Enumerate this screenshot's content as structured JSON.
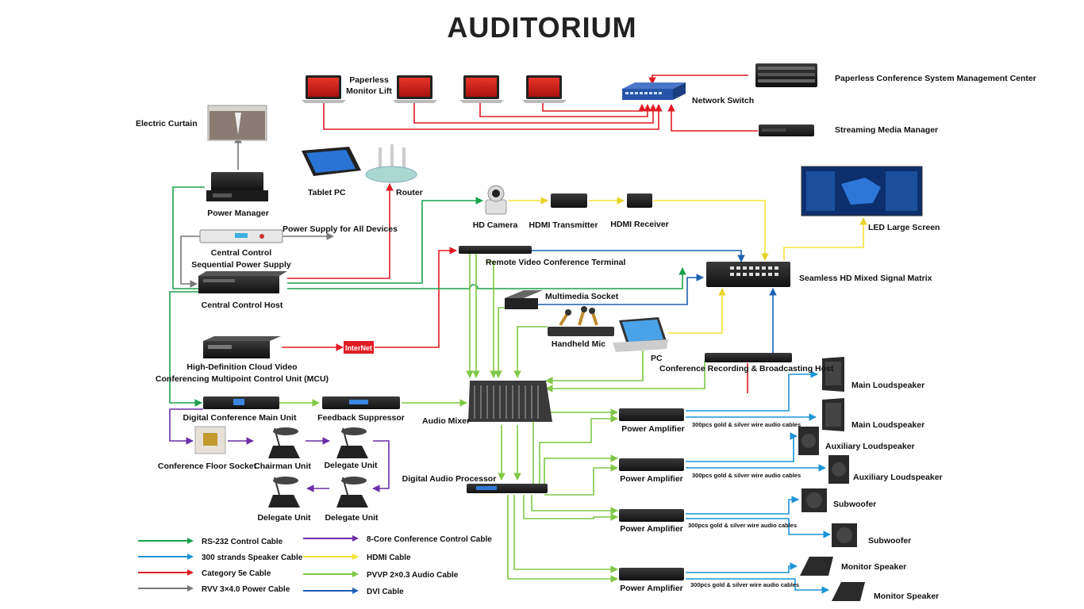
{
  "title": "AUDITORIUM",
  "devices": {
    "paperless_monitor_lift": "Paperless\nMonitor Lift",
    "network_switch": "Network Switch",
    "mgmt_center": "Paperless Conference System Management Center",
    "streaming_manager": "Streaming Media Manager",
    "electric_curtain": "Electric Curtain",
    "tablet_pc": "Tablet PC",
    "router": "Router",
    "power_manager": "Power Manager",
    "power_supply_all": "Power Supply for All Devices",
    "central_control_seq": "Central Control\nSequential Power Supply",
    "central_control_host": "Central Control Host",
    "hd_camera": "HD Camera",
    "hdmi_transmitter": "HDMI Transmitter",
    "hdmi_receiver": "HDMI Receiver",
    "led_screen": "LED Large Screen",
    "remote_video_terminal": "Remote Video Conference Terminal",
    "matrix": "Seamless HD Mixed Signal Matrix",
    "multimedia_socket": "Multimedia Socket",
    "handheld_mic": "Handheld Mic",
    "pc": "PC",
    "recording_host": "Conference Recording & Broadcasting Host",
    "internet": "InterNet",
    "mcu": "High-Definition Cloud Video\nConferencing Multipoint Control Unit (MCU)",
    "digital_main_unit": "Digital Conference Main Unit",
    "feedback_suppressor": "Feedback Suppressor",
    "audio_mixer": "Audio Mixer",
    "floor_socket": "Conference Floor Socket",
    "chairman_unit": "Chairman Unit",
    "delegate_unit_1": "Delegate Unit",
    "delegate_unit_2": "Delegate Unit",
    "delegate_unit_3": "Delegate Unit",
    "digital_audio_processor": "Digital Audio Processor",
    "power_amplifier_1": "Power Amplifier",
    "power_amplifier_2": "Power Amplifier",
    "power_amplifier_3": "Power Amplifier",
    "power_amplifier_4": "Power Amplifier",
    "main_loudspeaker_1": "Main Loudspeaker",
    "main_loudspeaker_2": "Main Loudspeaker",
    "aux_loudspeaker_1": "Auxiliary Loudspeaker",
    "aux_loudspeaker_2": "Auxiliary Loudspeaker",
    "subwoofer_1": "Subwoofer",
    "subwoofer_2": "Subwoofer",
    "monitor_speaker_1": "Monitor Speaker",
    "monitor_speaker_2": "Monitor Speaker"
  },
  "cable_label": "300pcs gold & silver wire audio cables",
  "legend": [
    {
      "label": "RS-232 Control Cable",
      "color": "#1aa04c"
    },
    {
      "label": "300 strands Speaker Cable",
      "color": "#1c94d8"
    },
    {
      "label": "Category 5e Cable",
      "color": "#e01b24"
    },
    {
      "label": "RVV 3×4.0 Power Cable",
      "color": "#777777"
    },
    {
      "label": "8-Core Conference Control Cable",
      "color": "#6a2fa6"
    },
    {
      "label": "HDMI Cable",
      "color": "#f3e338"
    },
    {
      "label": "PVVP 2×0.3 Audio Cable",
      "color": "#7fc845"
    },
    {
      "label": "DVI Cable",
      "color": "#1c5fb0"
    }
  ]
}
